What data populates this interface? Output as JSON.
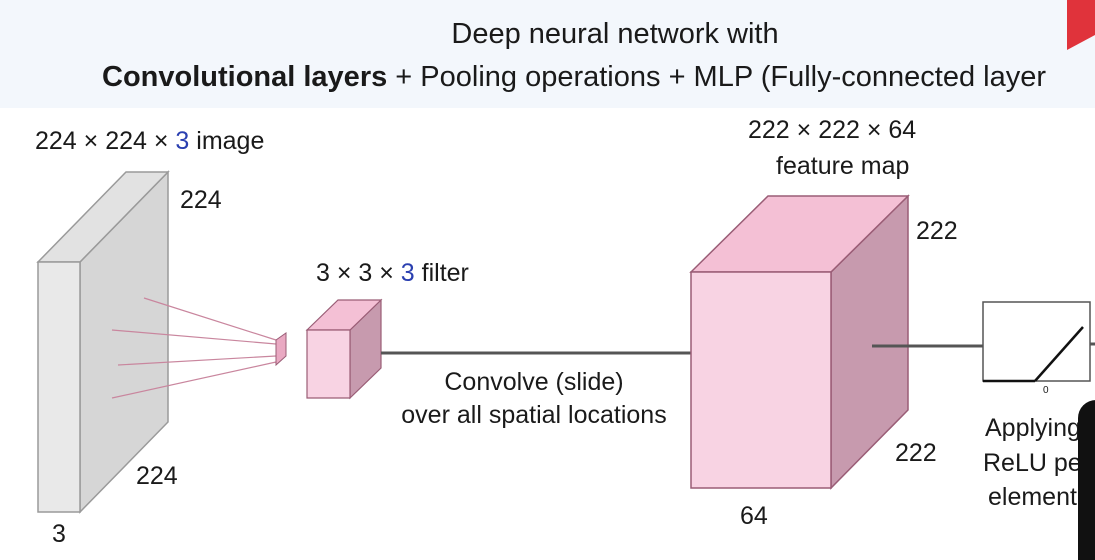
{
  "title": {
    "line1": "Deep neural network with",
    "line2_bold": "Convolutional layers",
    "line2_rest": " + Pooling operations + MLP (Fully-connected layer"
  },
  "input": {
    "dims_prefix": "224 × 224 × ",
    "dims_channels": "3",
    "dims_suffix": " image",
    "height": "224",
    "width": "224",
    "depth": "3"
  },
  "filter": {
    "dims_prefix": "3 × 3 × ",
    "dims_channels": "3",
    "dims_suffix": " filter"
  },
  "operation": {
    "line1": "Convolve (slide)",
    "line2": "over all spatial locations"
  },
  "feature_map": {
    "dims": "222 × 222 × 64",
    "name": "feature map",
    "height": "222",
    "width": "222",
    "depth": "64"
  },
  "relu": {
    "axis_zero": "0",
    "line1": "Applying",
    "line2": "ReLU per",
    "line3": "element"
  },
  "colors": {
    "header_bg": "#f3f7fc",
    "accent_red": "#e0333b",
    "channel_blue": "#2a3fb0",
    "pink_front": "#f8d3e3",
    "pink_top": "#f4c0d5",
    "pink_side": "#c79aae",
    "gray_front": "#e9e9e9",
    "gray_side": "#d6d6d6"
  }
}
